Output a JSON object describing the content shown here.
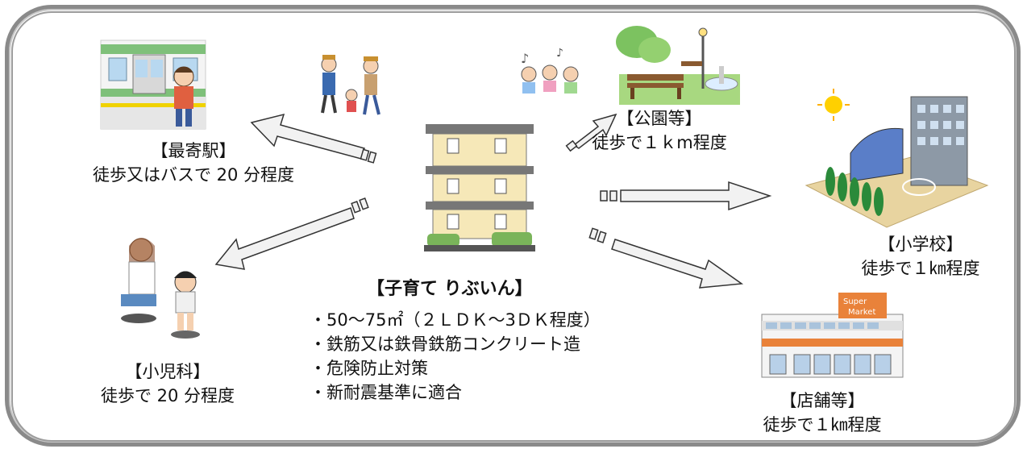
{
  "center": {
    "title": "【子育て りぶいん】",
    "features": [
      "・50～75㎡（２ＬＤＫ～3ＤＫ程度）",
      "・鉄筋又は鉄骨鉄筋コンクリート造",
      "・危険防止対策",
      "・新耐震基準に適合"
    ]
  },
  "destinations": {
    "station": {
      "name": "【最寄駅】",
      "detail": "徒歩又はバスで 20 分程度"
    },
    "park": {
      "name": "【公園等】",
      "detail": "徒歩で１ｋm程度"
    },
    "school": {
      "name": "【小学校】",
      "detail": "徒歩で１㎞程度"
    },
    "store": {
      "name": "【店舗等】",
      "detail": "徒歩で１㎞程度",
      "sign_line1": "Super",
      "sign_line2": "Market"
    },
    "pediatrics": {
      "name": "【小児科】",
      "detail": "徒歩で 20 分程度"
    }
  },
  "colors": {
    "frame": "#8a8a8a",
    "arrow_fill": "#f2f2f2",
    "arrow_stroke": "#333333",
    "building": "#f6e8b8",
    "building_floor": "#777777",
    "store_sign": "#e9823a"
  }
}
